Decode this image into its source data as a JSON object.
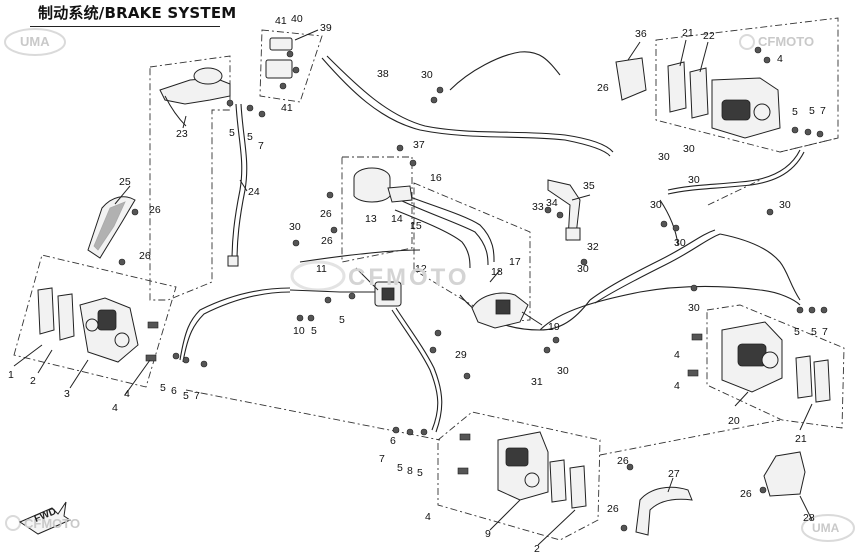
{
  "title": "制动系统/BRAKE SYSTEM",
  "watermarks": {
    "brand": "CFMOTO",
    "badge": "UMA",
    "fwd": "FWD"
  },
  "callouts": [
    {
      "n": "1"
    },
    {
      "n": "2"
    },
    {
      "n": "3"
    },
    {
      "n": "4"
    },
    {
      "n": "4"
    },
    {
      "n": "5"
    },
    {
      "n": "6"
    },
    {
      "n": "5"
    },
    {
      "n": "7"
    },
    {
      "n": "5"
    },
    {
      "n": "5"
    },
    {
      "n": "7"
    },
    {
      "n": "23"
    },
    {
      "n": "24"
    },
    {
      "n": "25"
    },
    {
      "n": "26"
    },
    {
      "n": "26"
    },
    {
      "n": "41"
    },
    {
      "n": "40"
    },
    {
      "n": "39"
    },
    {
      "n": "41"
    },
    {
      "n": "38"
    },
    {
      "n": "30"
    },
    {
      "n": "36"
    },
    {
      "n": "26"
    },
    {
      "n": "21"
    },
    {
      "n": "22"
    },
    {
      "n": "4"
    },
    {
      "n": "5"
    },
    {
      "n": "5"
    },
    {
      "n": "7"
    },
    {
      "n": "37"
    },
    {
      "n": "26"
    },
    {
      "n": "13"
    },
    {
      "n": "14"
    },
    {
      "n": "26"
    },
    {
      "n": "16"
    },
    {
      "n": "15"
    },
    {
      "n": "30"
    },
    {
      "n": "11"
    },
    {
      "n": "12"
    },
    {
      "n": "10"
    },
    {
      "n": "5"
    },
    {
      "n": "5"
    },
    {
      "n": "17"
    },
    {
      "n": "18"
    },
    {
      "n": "35"
    },
    {
      "n": "33"
    },
    {
      "n": "34"
    },
    {
      "n": "32"
    },
    {
      "n": "30"
    },
    {
      "n": "30"
    },
    {
      "n": "30"
    },
    {
      "n": "30"
    },
    {
      "n": "30"
    },
    {
      "n": "19"
    },
    {
      "n": "29"
    },
    {
      "n": "31"
    },
    {
      "n": "30"
    },
    {
      "n": "30"
    },
    {
      "n": "30"
    },
    {
      "n": "5"
    },
    {
      "n": "5"
    },
    {
      "n": "7"
    },
    {
      "n": "4"
    },
    {
      "n": "4"
    },
    {
      "n": "20"
    },
    {
      "n": "21"
    },
    {
      "n": "7"
    },
    {
      "n": "5"
    },
    {
      "n": "6"
    },
    {
      "n": "8"
    },
    {
      "n": "5"
    },
    {
      "n": "4"
    },
    {
      "n": "9"
    },
    {
      "n": "2"
    },
    {
      "n": "26"
    },
    {
      "n": "27"
    },
    {
      "n": "26"
    },
    {
      "n": "26"
    },
    {
      "n": "28"
    },
    {
      "n": "30"
    }
  ]
}
